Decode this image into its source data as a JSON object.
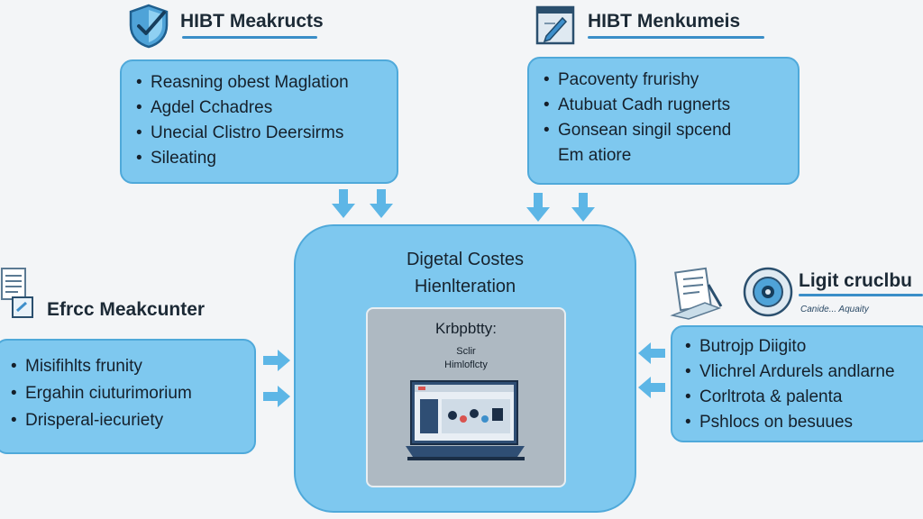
{
  "top_left": {
    "heading": "HIBT  Meakructs",
    "items": [
      "Reasning obest Maglation",
      "Agdel Cchadres",
      "Unecial Clistro Deersirms",
      "Sileating"
    ]
  },
  "top_right": {
    "heading": "HIBT  Menkumeis",
    "items": [
      "Pacoventy frurishy",
      "Atubuat Cadh rugnerts",
      "Gonsean singil spcend"
    ],
    "continuation": "Em atiore"
  },
  "left": {
    "heading": "Efrcc  Meakcunter",
    "items": [
      "Misifihlts frunity",
      "Ergahin ciuturimorium",
      "Drisperal-iecuriety"
    ]
  },
  "right": {
    "heading": "Ligit cruclbu",
    "subheading": "Canide...  Aquaity",
    "items": [
      "Butrojp Diigito",
      "Vlichrel Ardurels andlarne",
      "Corltrota & palenta",
      "Pshlocs on besuues"
    ]
  },
  "center": {
    "title_line1": "Digetal Costes",
    "title_line2": "Hienlteration",
    "inner_title": "Krbpbtty:",
    "inner_sub1": "Sclir",
    "inner_sub2": "Himloflcty"
  },
  "colors": {
    "box_fill": "#7ec8ef",
    "box_border": "#4fa9da",
    "accent": "#3a8ec8"
  },
  "icons": [
    "shield-check-icon",
    "clipboard-pen-icon",
    "document-stack-icon",
    "disc-target-icon",
    "laptop-dashboard-icon"
  ]
}
